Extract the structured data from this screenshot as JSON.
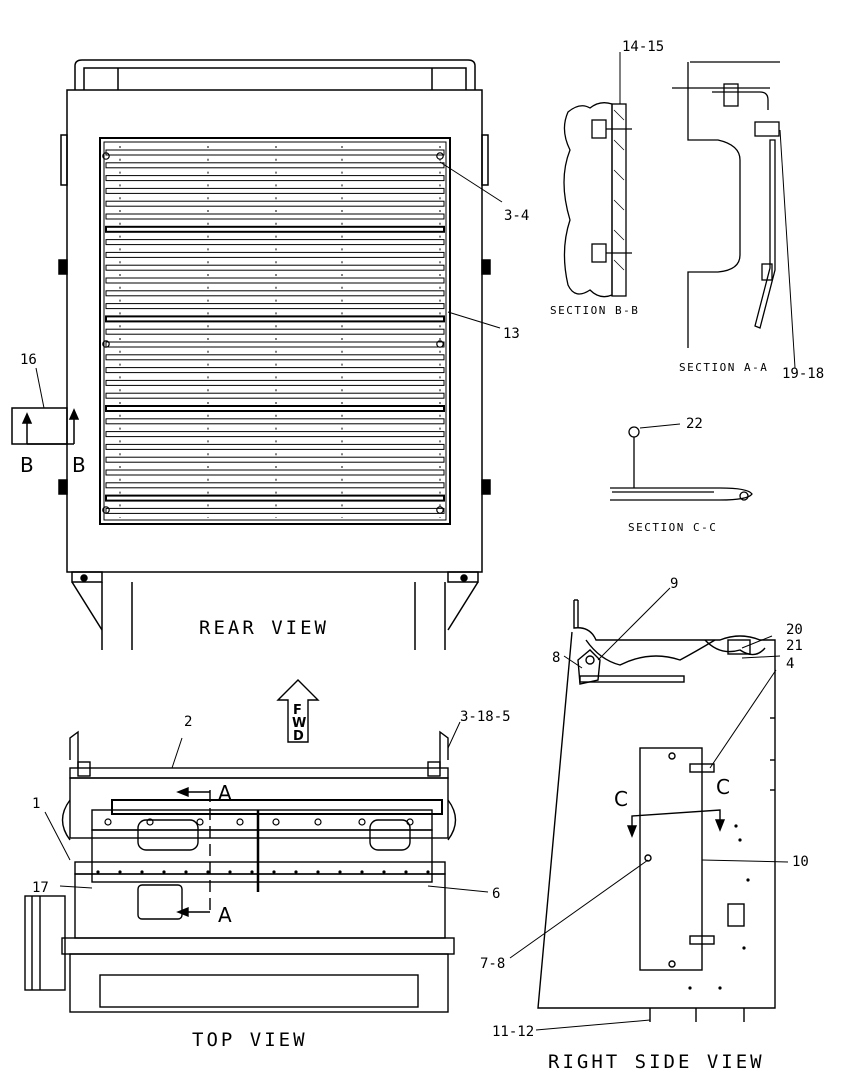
{
  "views": {
    "rear": "REAR VIEW",
    "top": "TOP VIEW",
    "right": "RIGHT SIDE VIEW"
  },
  "sections": {
    "bb": "SECTION B-B",
    "aa": "SECTION A-A",
    "cc": "SECTION C-C"
  },
  "section_marks": {
    "a_upper": "A",
    "a_lower": "A",
    "b_left": "B",
    "b_right": "B",
    "c_left": "C",
    "c_right": "C"
  },
  "fwd": [
    "F",
    "W",
    "D"
  ],
  "callouts": {
    "c14_15": "14-15",
    "c3_4": "3-4",
    "c13": "13",
    "c16": "16",
    "c19_18": "19-18",
    "c22": "22",
    "c9": "9",
    "c8": "8",
    "c20": "20",
    "c21": "21",
    "c4": "4",
    "c2": "2",
    "c3_18_5": "3-18-5",
    "c1": "1",
    "c17": "17",
    "c6": "6",
    "c10": "10",
    "c7_8": "7-8",
    "c11_12": "11-12"
  }
}
